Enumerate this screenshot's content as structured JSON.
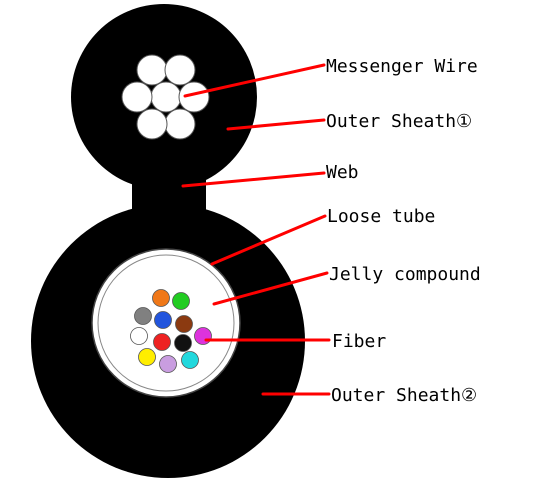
{
  "labels": {
    "messenger_wire": "Messenger Wire",
    "outer_sheath_1": "Outer Sheath①",
    "web": "Web",
    "loose_tube": "Loose tube",
    "jelly_compound": "Jelly compound",
    "fiber": "Fiber",
    "outer_sheath_2": "Outer Sheath②"
  },
  "colors": {
    "sheath": "#000000",
    "leader_line": "#ff0000",
    "fiber_colors": [
      "#f07818",
      "#22cc22",
      "#808080",
      "#2255dd",
      "#8b3a10",
      "#ffffff",
      "#ee2222",
      "#111111",
      "#dd33dd",
      "#ffee00",
      "#c99de0",
      "#22d8dd"
    ]
  }
}
